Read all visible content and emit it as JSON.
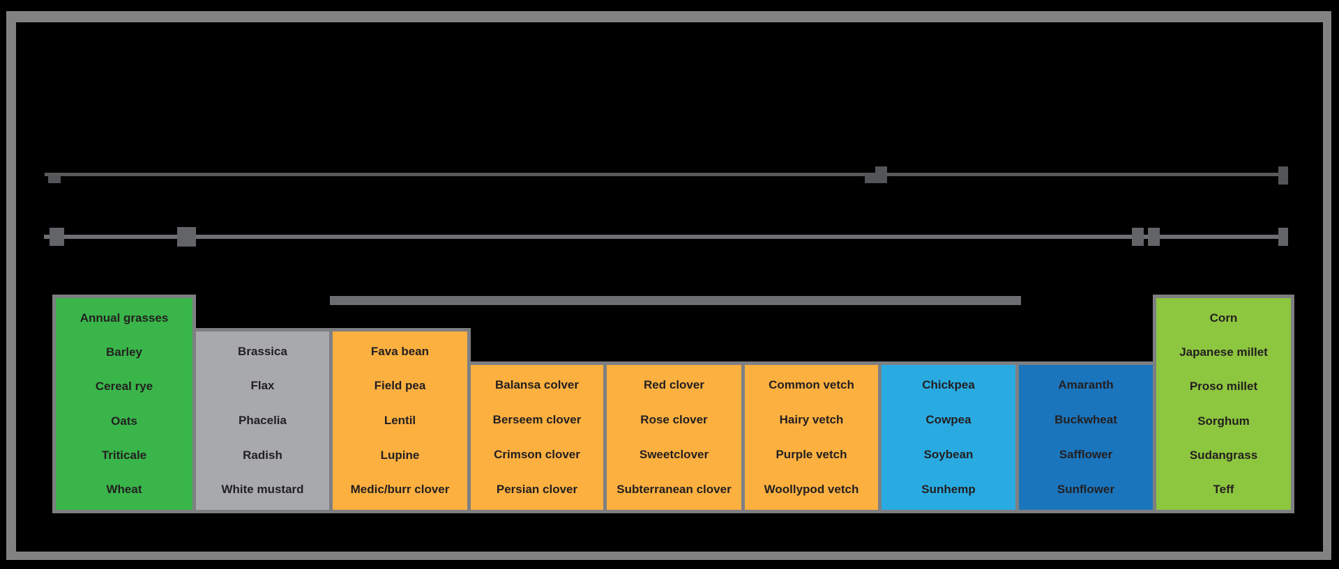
{
  "palette": {
    "background": "#000000",
    "frame": "#828282",
    "rail_top": "#58595B",
    "rail_bottom": "#6E6F72",
    "range_bar": "#6D6E71",
    "column_border": "#7E7F82",
    "text": "#231F20",
    "green": "#39B54A",
    "gray": "#A7A9AC",
    "orange": "#FBB040",
    "light_blue": "#29ABE2",
    "blue": "#1B75BC",
    "yellow_green": "#8DC63F"
  },
  "sliders": {
    "top": {
      "handle_count": 2,
      "has_end_cap": true
    },
    "bottom": {
      "handle_count": 4,
      "has_end_cap": true
    }
  },
  "groups": [
    {
      "color": "#39B54A",
      "items": [
        "Annual grasses",
        "Barley",
        "Cereal rye",
        "Oats",
        "Triticale",
        "Wheat"
      ]
    },
    {
      "color": "#A7A9AC",
      "items": [
        "Brassica",
        "Flax",
        "Phacelia",
        "Radish",
        "White mustard"
      ]
    },
    {
      "color": "#FBB040",
      "items": [
        "Fava bean",
        "Field pea",
        "Lentil",
        "Lupine",
        "Medic/burr clover"
      ]
    },
    {
      "color": "#FBB040",
      "items": [
        "Balansa colver",
        "Berseem clover",
        "Crimson clover",
        "Persian clover"
      ]
    },
    {
      "color": "#FBB040",
      "items": [
        "Red clover",
        "Rose clover",
        "Sweetclover",
        "Subterranean clover"
      ]
    },
    {
      "color": "#FBB040",
      "items": [
        "Common vetch",
        "Hairy vetch",
        "Purple vetch",
        "Woollypod vetch"
      ]
    },
    {
      "color": "#29ABE2",
      "items": [
        "Chickpea",
        "Cowpea",
        "Soybean",
        "Sunhemp"
      ]
    },
    {
      "color": "#1B75BC",
      "items": [
        "Amaranth",
        "Buckwheat",
        "Safflower",
        "Sunflower"
      ]
    },
    {
      "color": "#8DC63F",
      "items": [
        "Corn",
        "Japanese millet",
        "Proso millet",
        "Sorghum",
        "Sudangrass",
        "Teff"
      ]
    }
  ]
}
